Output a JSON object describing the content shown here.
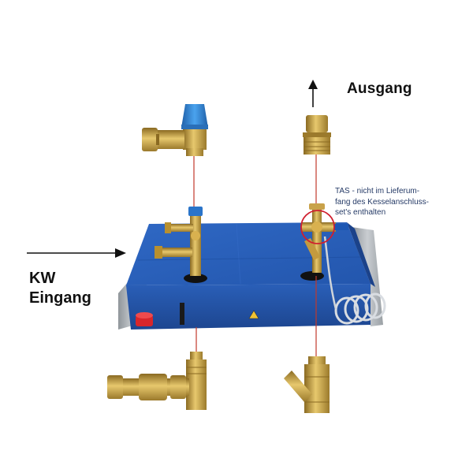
{
  "labels": {
    "outlet": "Ausgang",
    "inlet_line1": "KW",
    "inlet_line2": "Eingang",
    "tas_line1": "TAS - nicht im Lieferum-",
    "tas_line2": "fang des Kesselanschluss-",
    "tas_line3": "set's enthalten"
  },
  "colors": {
    "unit_blue": "#2a5fb8",
    "unit_blue_dark": "#1d4690",
    "frame_gray": "#b7bcc0",
    "brass": "#c9a24a",
    "brass_dark": "#8a6a22",
    "valve_cap_blue": "#2f86d6",
    "connector_line": "#c0392b",
    "highlight_circle": "#d01f2f",
    "arrow": "#111111"
  },
  "icons": {
    "outlet_arrow": "arrow-up-icon",
    "inlet_arrow": "arrow-right-icon",
    "tas_marker": "circle-highlight-icon"
  }
}
